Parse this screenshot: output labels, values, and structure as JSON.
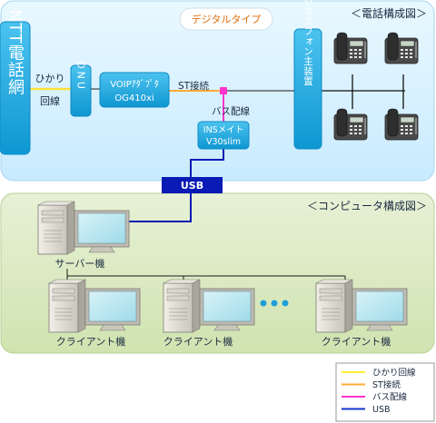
{
  "telephone_section": {
    "title": "＜電話構成図＞",
    "nw_label": "NTT電話網",
    "hikari_label_1": "ひかり",
    "hikari_label_2": "回線",
    "onu_label": "ONU",
    "voip_line1": "VOIPｱﾀﾞﾌﾟﾀ",
    "voip_line2": "OG410xi",
    "st_label": "ST接続",
    "bus_label": "バス配線",
    "ins_line1": "INSメイト",
    "ins_line2": "V30slim",
    "pbx_label": "ビジネスフォン主装置",
    "digital_type_label": "デジタルタイプ",
    "usb_label": "USB"
  },
  "computer_section": {
    "title": "＜コンピュータ構成図＞",
    "server_label": "サーバー機",
    "client_label_1": "クライアント機",
    "client_label_2": "クライアント機",
    "client_label_3": "クライアント機"
  },
  "legend": {
    "items": [
      {
        "label": "ひかり回線",
        "color": "#ffee33"
      },
      {
        "label": "ST接続",
        "color": "#ffaa33"
      },
      {
        "label": "バス配線",
        "color": "#ff33cc"
      },
      {
        "label": "USB",
        "color": "#1133cc"
      }
    ]
  },
  "colors": {
    "phone_bg": "#d6f0ff",
    "computer_bg": "#d8e8bb",
    "device_blue": "#17a8df",
    "usb_blue": "#0a1ab5"
  }
}
